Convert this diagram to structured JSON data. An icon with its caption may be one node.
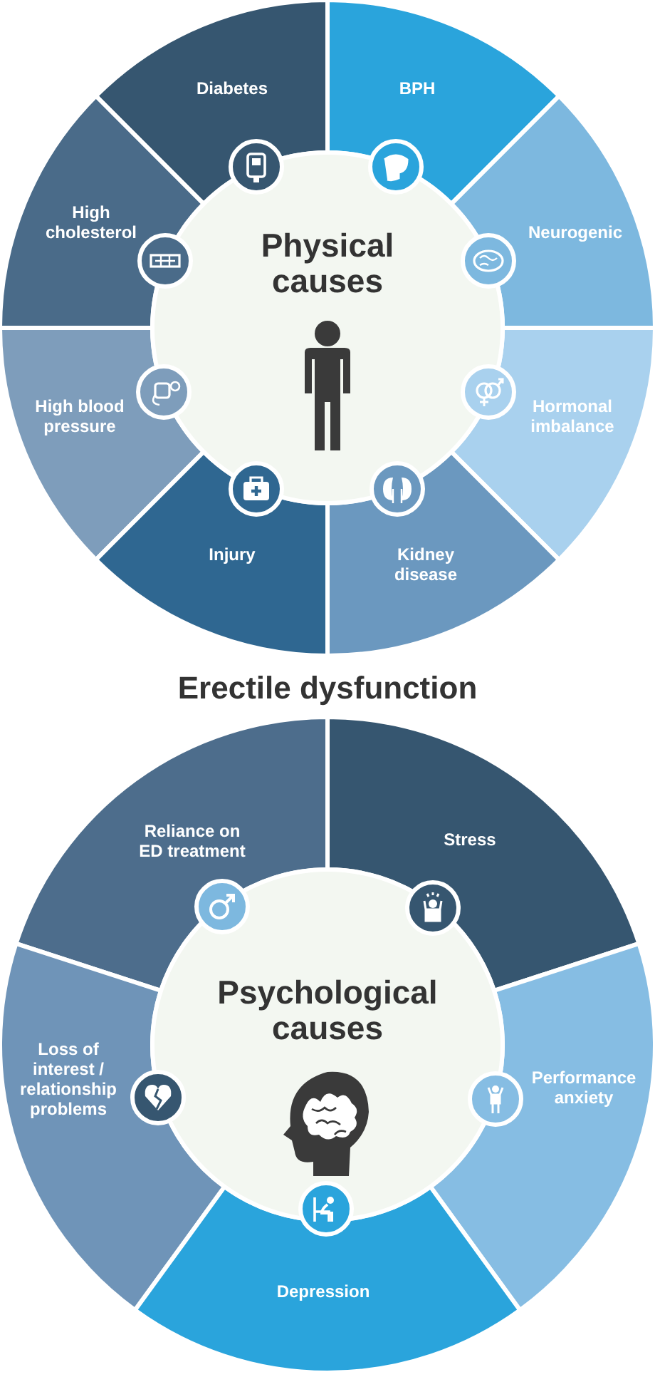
{
  "diagram": {
    "title": "Erectile dysfunction",
    "nodes": [
      {
        "text": [
          "Physical causes"
        ]
      },
      {
        "text": [
          "Diabetes"
        ]
      },
      {
        "text": [
          "BPH"
        ]
      },
      {
        "text": [
          "High cholesterol"
        ]
      },
      {
        "text": [
          "Neurogenic"
        ]
      },
      {
        "text": [
          "High blood pressure"
        ]
      },
      {
        "text": [
          "Hormonal imbalance"
        ]
      },
      {
        "text": [
          "Injury"
        ]
      },
      {
        "text": [
          "Kidney disease"
        ]
      },
      {
        "text": [
          "Psychological causes"
        ]
      },
      {
        "text": [
          "Reliance on ED treatment"
        ]
      },
      {
        "text": [
          "Stress"
        ]
      },
      {
        "text": [
          "Loss of interest / relationship problems"
        ]
      },
      {
        "text": [
          "Performance anxiety"
        ]
      },
      {
        "text": [
          "Depression"
        ]
      }
    ],
    "edges": []
  }
}
